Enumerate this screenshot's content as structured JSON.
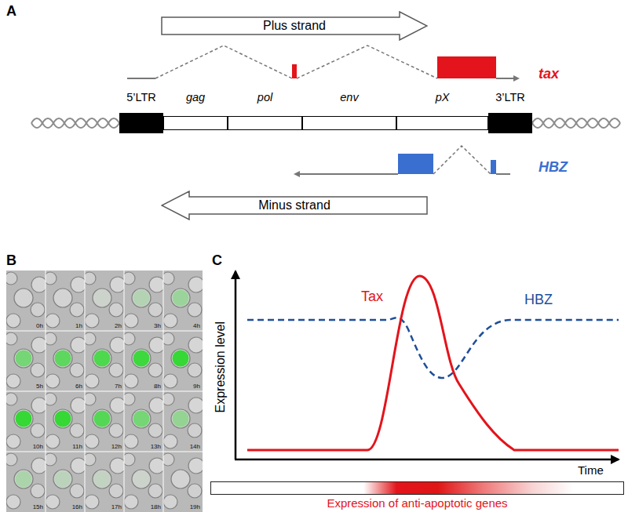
{
  "diagram": {
    "nodes": [
      {
        "text": [
          "Plus strand"
        ]
      },
      {
        "text": [
          "5’LTR"
        ]
      },
      {
        "text": [
          "gag"
        ]
      },
      {
        "text": [
          "pol"
        ]
      },
      {
        "text": [
          "env"
        ]
      },
      {
        "text": [
          "pX"
        ]
      },
      {
        "text": [
          "3’LTR"
        ]
      },
      {
        "text": [
          "Minus strand"
        ]
      },
      {
        "text": [
          "0h"
        ]
      },
      {
        "text": [
          "1h"
        ]
      },
      {
        "text": [
          "2h"
        ]
      },
      {
        "text": [
          "3h"
        ]
      },
      {
        "text": [
          "4h"
        ]
      },
      {
        "text": [
          "5h"
        ]
      },
      {
        "text": [
          "6h"
        ]
      },
      {
        "text": [
          "7h"
        ]
      },
      {
        "text": [
          "8h"
        ]
      },
      {
        "text": [
          "9h"
        ]
      },
      {
        "text": [
          "10h"
        ]
      },
      {
        "text": [
          "11h"
        ]
      },
      {
        "text": [
          "12h"
        ]
      },
      {
        "text": [
          "13h"
        ]
      },
      {
        "text": [
          "14h"
        ]
      },
      {
        "text": [
          "15h"
        ]
      },
      {
        "text": [
          "16h"
        ]
      },
      {
        "text": [
          "17h"
        ]
      },
      {
        "text": [
          "18h"
        ]
      },
      {
        "text": [
          "19h"
        ]
      },
      {
        "text": [
          "Expression of anti-apoptotic genes"
        ]
      }
    ],
    "labels": [
      "A",
      "tax",
      "HBZ",
      "B",
      "C",
      "Tax",
      "HBZ",
      "Expression level",
      "Time"
    ]
  }
}
